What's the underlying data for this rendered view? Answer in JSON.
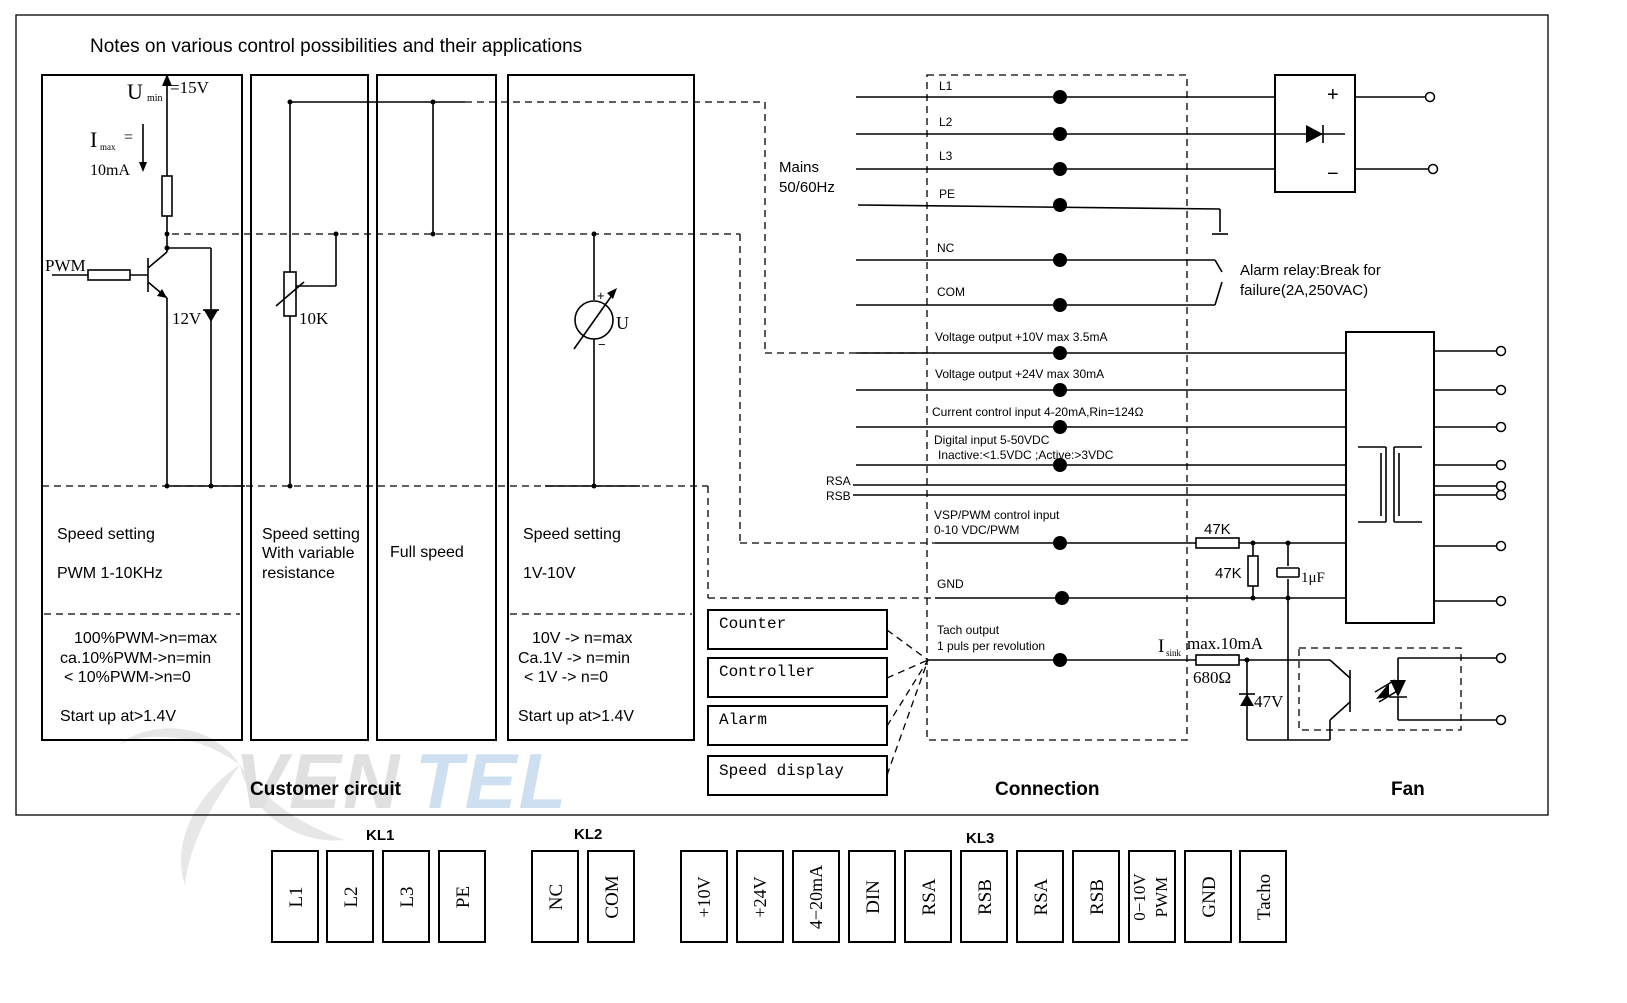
{
  "title": "Notes on various control possibilities and their applications",
  "customer": {
    "umin_u": "U",
    "umin_sub": "min",
    "umin_val": "=15V",
    "imax_i": "I",
    "imax_sub": "max",
    "imax_eq": "=",
    "imax_val": "10mA",
    "pwm_label": "PWM",
    "zener_label": "12V",
    "pot_label": "10K",
    "meter_label": "U",
    "meter_plus": "+",
    "meter_minus": "−",
    "col1": {
      "l1": "Speed setting",
      "l2": "PWM  1-10KHz",
      "n1": "100%PWM->n=max",
      "n2": "ca.10%PWM->n=min",
      "n3": "< 10%PWM->n=0",
      "n4": "Start up at>1.4V"
    },
    "col2": {
      "l1": "Speed setting",
      "l2": "With variable",
      "l3": "resistance"
    },
    "col3": {
      "l1": "Full speed"
    },
    "col4": {
      "l1": "Speed setting",
      "l2": "1V-10V",
      "n1": "10V -> n=max",
      "n2": "Ca.1V -> n=min",
      "n3": "< 1V -> n=0",
      "n4": "Start up at>1.4V"
    },
    "section_label": "Customer circuit"
  },
  "outputs": [
    "Counter",
    "Controller",
    "Alarm",
    "Speed display"
  ],
  "connection": {
    "mains1": "Mains",
    "mains2": "50/60Hz",
    "lines": [
      "L1",
      "L2",
      "L3",
      "PE",
      "NC",
      "COM"
    ],
    "volt10": "Voltage output +10V max 3.5mA",
    "volt24": "Voltage output +24V max 30mA",
    "current": "Current control input 4-20mA,Rin=124Ω",
    "digital1": "Digital input 5-50VDC",
    "digital2": "Inactive:<1.5VDC ;Active:>3VDC",
    "rsa": "RSA",
    "rsb": "RSB",
    "vsp1": "VSP/PWM control input",
    "vsp2": "0-10 VDC/PWM",
    "gnd": "GND",
    "tach1": "Tach output",
    "tach2": "1 puls per revolution",
    "alarm1": "Alarm relay:Break for",
    "alarm2": "failure(2A,250VAC)",
    "section_label": "Connection"
  },
  "fan": {
    "plus": "+",
    "minus": "−",
    "r47k": "47K",
    "r47k2": "47K",
    "cap": "1μF",
    "isink_i": "I",
    "isink_sub": "sink",
    "isink_val": "max.10mA",
    "r680": "680Ω",
    "z47": "47V",
    "section_label": "Fan"
  },
  "terminals": {
    "kl1": {
      "label": "KL1",
      "items": [
        "L1",
        "L2",
        "L3",
        "PE"
      ]
    },
    "kl2": {
      "label": "KL2",
      "items": [
        "NC",
        "COM"
      ]
    },
    "kl3": {
      "label": "KL3",
      "items": [
        "+10V",
        "+24V",
        "4−20mA",
        "DIN",
        "RSA",
        "RSB",
        "RSA",
        "RSB",
        "0−10V",
        "GND",
        "Tacho"
      ],
      "pwm_sub": "PWM"
    }
  },
  "watermark": "VENTEL",
  "colors": {
    "line": "#000000",
    "watermark_gray": "#c8c8c8",
    "watermark_blue": "#a9c5e8"
  }
}
